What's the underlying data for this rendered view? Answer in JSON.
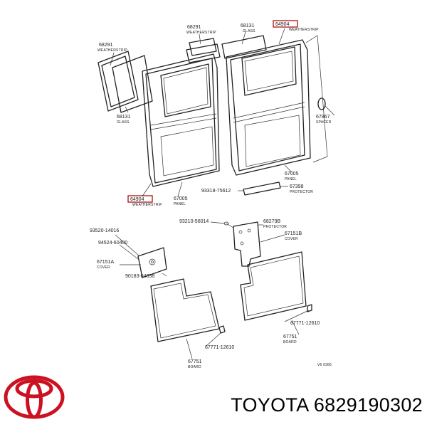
{
  "diagram": {
    "labels": {
      "l68291_top": "68291",
      "l68291_top_sub": "WEATHERSTRIP",
      "l68131_top": "68131",
      "l68131_top_sub": "GLASS",
      "l64904_top": "64904",
      "l64904_top_sub": "WEATHERSTRIP",
      "l68291_left": "68291",
      "l68291_left_sub": "WEATHERSTRIP",
      "l68131_left": "68131",
      "l68131_left_sub": "GLASS",
      "l67867": "67867",
      "l67867_sub": "SPACER",
      "l67005_r": "67005",
      "l67005_r_sub": "PANEL",
      "l67398": "67398",
      "l67398_sub": "PROTECTOR",
      "l93318": "93318-75612",
      "l64904_bot": "64904",
      "l64904_bot_sub": "WEATHERSTRIP",
      "l67005_b": "67005",
      "l67005_b_sub": "PANEL",
      "l93210": "93210-56014",
      "l68279B": "68279B",
      "l68279B_sub": "PROTECTOR",
      "l67151B": "67151B",
      "l67151B_sub": "COVER",
      "l93520": "93520-14016",
      "l94524": "94524-60400",
      "l67151A": "67151A",
      "l67151A_sub": "COVER",
      "l90183": "90183-04058",
      "l67771_r": "67771-12610",
      "l67751_r": "67751",
      "l67751_r_sub": "BOARD",
      "l67771_b": "67771-12610",
      "l67751_b": "67751",
      "l67751_b_sub": "BOARD",
      "code": "V6 0366"
    }
  },
  "brand": {
    "logo_icon": "toyota-logo-icon",
    "logo_color": "#cc1122",
    "text": "TOYOTA 6829190302"
  }
}
